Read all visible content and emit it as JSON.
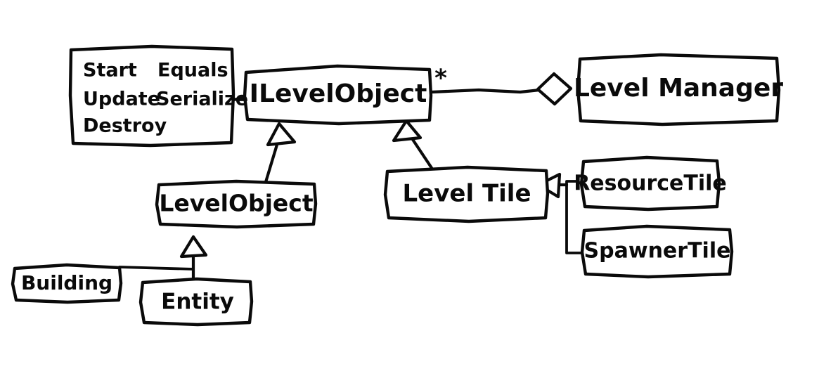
{
  "diagram": {
    "kind": "uml-class-diagram",
    "style": "hand-drawn-whiteboard",
    "ink_color": "#0a0a0a",
    "background_color": "#ffffff",
    "nodes": {
      "methods_box": {
        "name": "methods-box",
        "methods_left": [
          "Start",
          "Update",
          "Destroy"
        ],
        "methods_right": [
          "Equals",
          "Serialize"
        ]
      },
      "ilevelobject": {
        "label": "ILevelObject"
      },
      "levelmanager": {
        "label": "Level Manager"
      },
      "levelobject": {
        "label": "LevelObject"
      },
      "leveltile": {
        "label": "Level Tile"
      },
      "resourcetile": {
        "label": "ResourceTile"
      },
      "spawnertile": {
        "label": "SpawnerTile"
      },
      "building": {
        "label": "Building"
      },
      "entity": {
        "label": "Entity"
      }
    },
    "annotations": {
      "multiplicity_star": "*"
    },
    "relationships": [
      {
        "from": "ILevelObject",
        "to": "Level Manager",
        "type": "aggregation",
        "multiplicity": "*"
      },
      {
        "from": "LevelObject",
        "to": "ILevelObject",
        "type": "inheritance"
      },
      {
        "from": "Level Tile",
        "to": "ILevelObject",
        "type": "inheritance"
      },
      {
        "from": "ResourceTile",
        "to": "Level Tile",
        "type": "inheritance"
      },
      {
        "from": "SpawnerTile",
        "to": "Level Tile",
        "type": "inheritance"
      },
      {
        "from": "Building",
        "to": "LevelObject",
        "type": "inheritance"
      },
      {
        "from": "Entity",
        "to": "LevelObject",
        "type": "inheritance"
      },
      {
        "from": "methods-box",
        "to": "ILevelObject",
        "type": "note-link"
      }
    ]
  }
}
